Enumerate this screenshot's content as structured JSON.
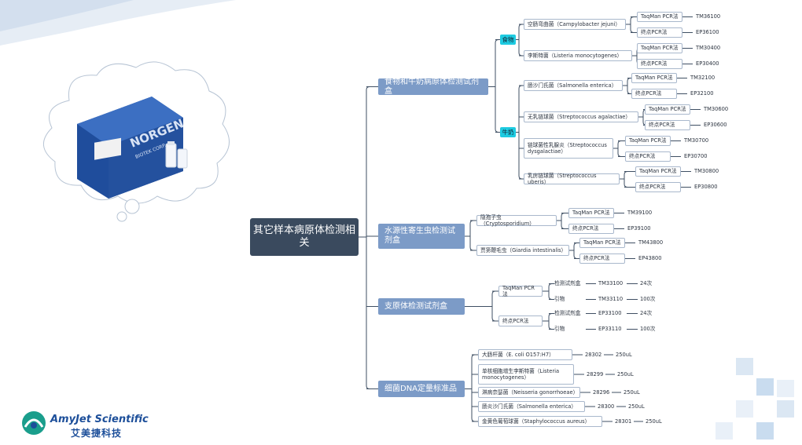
{
  "logo": {
    "name": "AmyJet Scientific",
    "chinese": "艾美捷科技"
  },
  "product_box": {
    "brand_line1": "NORGEN",
    "brand_line2": "BIOTEK CORP."
  },
  "root": "其它样本病原体检测相关",
  "branches": [
    {
      "id": "food",
      "label": "食物和牛奶病原体检测试剂盒",
      "groups": [
        {
          "tag": "食物",
          "items": [
            {
              "label": "空肠弯曲菌（Campylobacter jejuni）",
              "methods": [
                {
                  "label": "TaqMan PCR法",
                  "code": "TM36100"
                },
                {
                  "label": "终点PCR法",
                  "code": "EP36100"
                }
              ]
            },
            {
              "label": "李斯特菌（Listeria monocytogenes）",
              "methods": [
                {
                  "label": "TaqMan PCR法",
                  "code": "TM30400"
                },
                {
                  "label": "终点PCR法",
                  "code": "EP30400"
                }
              ]
            }
          ]
        },
        {
          "tag": "牛奶",
          "items": [
            {
              "label": "肠沙门氏菌（Salmonella enterica）",
              "methods": [
                {
                  "label": "TaqMan PCR法",
                  "code": "TM32100"
                },
                {
                  "label": "终点PCR法",
                  "code": "EP32100"
                }
              ]
            },
            {
              "label": "无乳链球菌（Streptococcus agalactiae）",
              "methods": [
                {
                  "label": "TaqMan PCR法",
                  "code": "TM30600"
                },
                {
                  "label": "终点PCR法",
                  "code": "EP30600"
                }
              ]
            },
            {
              "label": "链球菌性乳腺炎（Streptococcus dysgalactiae）",
              "methods": [
                {
                  "label": "TaqMan PCR法",
                  "code": "TM30700"
                },
                {
                  "label": "终点PCR法",
                  "code": "EP30700"
                }
              ]
            },
            {
              "label": "乳房链球菌（Streptococcus uberis）",
              "methods": [
                {
                  "label": "TaqMan PCR法",
                  "code": "TM30800"
                },
                {
                  "label": "终点PCR法",
                  "code": "EP30800"
                }
              ]
            }
          ]
        }
      ]
    },
    {
      "id": "water",
      "label": "水源性寄生虫检测试剂盒",
      "items": [
        {
          "label": "隐孢子虫（Cryptosporidium）",
          "methods": [
            {
              "label": "TaqMan PCR法",
              "code": "TM39100"
            },
            {
              "label": "终点PCR法",
              "code": "EP39100"
            }
          ]
        },
        {
          "label": "贾第鞭毛虫（Giardia intestinalis）",
          "methods": [
            {
              "label": "TaqMan PCR法",
              "code": "TM43800"
            },
            {
              "label": "终点PCR法",
              "code": "EP43800"
            }
          ]
        }
      ]
    },
    {
      "id": "myco",
      "label": "支原体检测试剂盒",
      "methods": [
        {
          "label": "TaqMan PCR法",
          "subs": [
            {
              "label": "检测试剂盒",
              "code": "TM33100",
              "qty": "24次"
            },
            {
              "label": "引物",
              "code": "TM33110",
              "qty": "100次"
            }
          ]
        },
        {
          "label": "终点PCR法",
          "subs": [
            {
              "label": "检测试剂盒",
              "code": "EP33100",
              "qty": "24次"
            },
            {
              "label": "引物",
              "code": "EP33110",
              "qty": "100次"
            }
          ]
        }
      ]
    },
    {
      "id": "dna",
      "label": "细菌DNA定量标准品",
      "items": [
        {
          "label": "大肠杆菌（E. coli O157:H7）",
          "code": "28302",
          "qty": "250uL"
        },
        {
          "label": "单核细胞增生李斯特菌（Listeria monocytogenes）",
          "code": "28299",
          "qty": "250uL"
        },
        {
          "label": "淋病奈瑟菌（Neisseria gonorrhoeae）",
          "code": "28296",
          "qty": "250uL"
        },
        {
          "label": "肠炎沙门氏菌（Salmonella enterica）",
          "code": "28300",
          "qty": "250uL"
        },
        {
          "label": "金黄色葡萄球菌（Staphylococcus aureus）",
          "code": "28301",
          "qty": "250uL"
        }
      ]
    }
  ]
}
